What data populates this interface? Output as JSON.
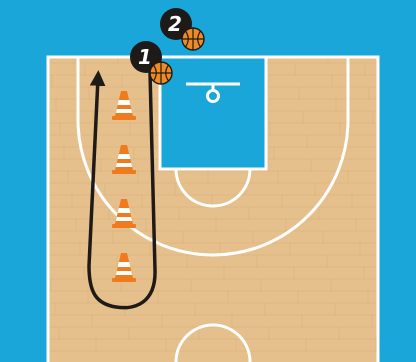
{
  "colors": {
    "outer_area": "#1aa6d8",
    "paint": "#1aa6d8",
    "floor": "#e6c08c",
    "floor_grain": "#d9ae76",
    "lines": "#ffffff",
    "path": "#1e1a17",
    "cone": "#f07a1e",
    "cone_stripe": "#ffffff",
    "ball": "#f08a24",
    "badge": "#1e1a17"
  },
  "players": [
    {
      "label": "1",
      "has_ball": true
    },
    {
      "label": "2",
      "has_ball": true
    }
  ],
  "cones": {
    "count": 4,
    "icon": "traffic-cone-icon"
  },
  "path": {
    "icon": "arrow-path",
    "direction": "up"
  }
}
